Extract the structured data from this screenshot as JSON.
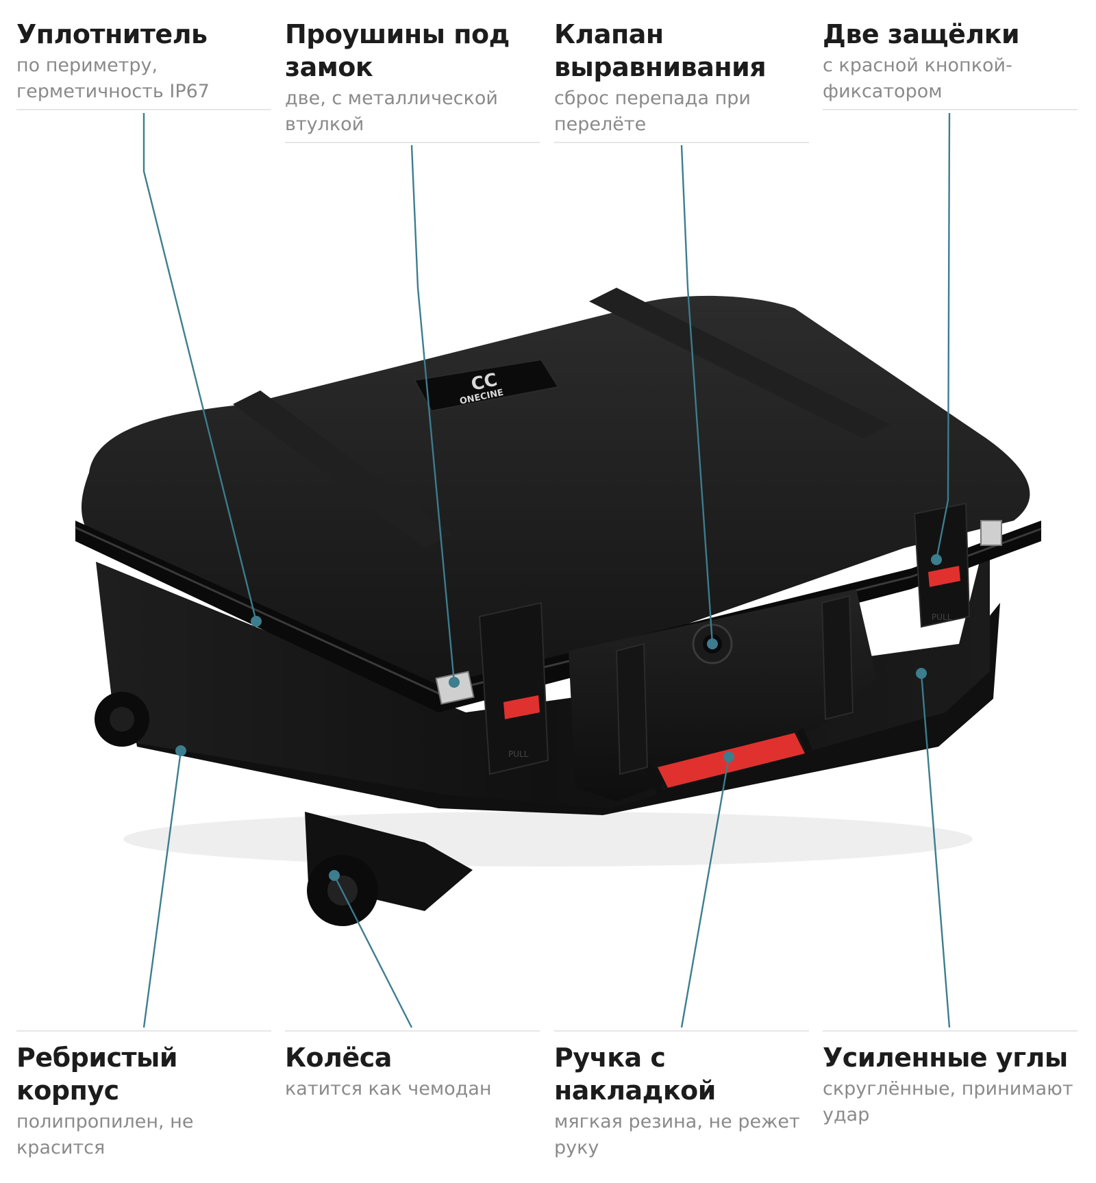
{
  "callouts_top": [
    {
      "title": "Уплотнитель",
      "subtitle": "по периметру, герметичность IP67"
    },
    {
      "title": "Проушины под замок",
      "subtitle": "две, с металлической втулкой"
    },
    {
      "title": "Клапан выравнивания",
      "subtitle": "сброс перепада при перелёте"
    },
    {
      "title": "Две защёлки",
      "subtitle": "с красной кнопкой-фиксатором"
    }
  ],
  "callouts_bottom": [
    {
      "title": "Ребристый корпус",
      "subtitle": "полипропилен, не красится"
    },
    {
      "title": "Колёса",
      "subtitle": "катится как чемодан"
    },
    {
      "title": "Ручка с накладкой",
      "subtitle": "мягкая резина, не режет руку"
    },
    {
      "title": "Усиленные углы",
      "subtitle": "скруглённые, принимают удар"
    }
  ],
  "product": {
    "brand_logo_text": "ONECINE",
    "brand_monogram": "CC",
    "latch_label": "PULL"
  },
  "colors": {
    "leader_line": "#3c7d8e",
    "case_body": "#1a1a1a",
    "accent_red": "#e0312f",
    "title_text": "#1c1c1c",
    "subtitle_text": "#8a8a8a"
  }
}
